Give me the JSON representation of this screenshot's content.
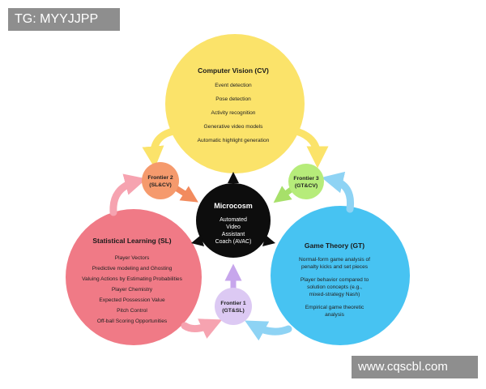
{
  "watermarks": {
    "top": "TG: MYYJJPP",
    "bottom": "www.cqscbl.com"
  },
  "colors": {
    "cv": "#fbe36a",
    "sl": "#f07a86",
    "gt": "#47c3f2",
    "core": "#0d0d0d",
    "frontier1": "#dcc9f3",
    "frontier2": "#f59a6d",
    "frontier3": "#b6ec7a",
    "arrow_cv": "#fbe36a",
    "arrow_sl": "#f6a3b0",
    "arrow_gt": "#8ed3f4",
    "arrow_frontier1": "#c7a6ec",
    "arrow_frontier2": "#f28b5e",
    "arrow_frontier3": "#a7e06a"
  },
  "cv": {
    "title": "Computer Vision (CV)",
    "items": [
      "Event detection",
      "Pose detection",
      "Activity recognition",
      "Generative video models",
      "Automatic highlight generation"
    ]
  },
  "sl": {
    "title": "Statistical Learning (SL)",
    "items": [
      "Player Vectors",
      "Predictive modeling and Ghosting",
      "Valuing Actions by Estimating Probabilities",
      "Player Chemistry",
      "Expected Possession Value",
      "Pitch Control",
      "Off-ball Scoring Opportunities"
    ]
  },
  "gt": {
    "title": "Game Theory (GT)",
    "items": [
      [
        "Normal-form game analysis of",
        "penalty kicks and set pieces"
      ],
      [
        "Player behavior compared to",
        "solution concepts (e.g.,",
        "mixed-strategy Nash)"
      ],
      [
        "Empirical game theoretic",
        "analysis"
      ]
    ]
  },
  "core": {
    "title": "Microcosm",
    "lines": [
      "Automated",
      "Video",
      "Assistant",
      "Coach (AVAC)"
    ]
  },
  "frontiers": {
    "f1": [
      "Frontier 1",
      "(GT&SL)"
    ],
    "f2": [
      "Frontier 2",
      "(SL&CV)"
    ],
    "f3": [
      "Frontier 3",
      "(GT&CV)"
    ]
  }
}
